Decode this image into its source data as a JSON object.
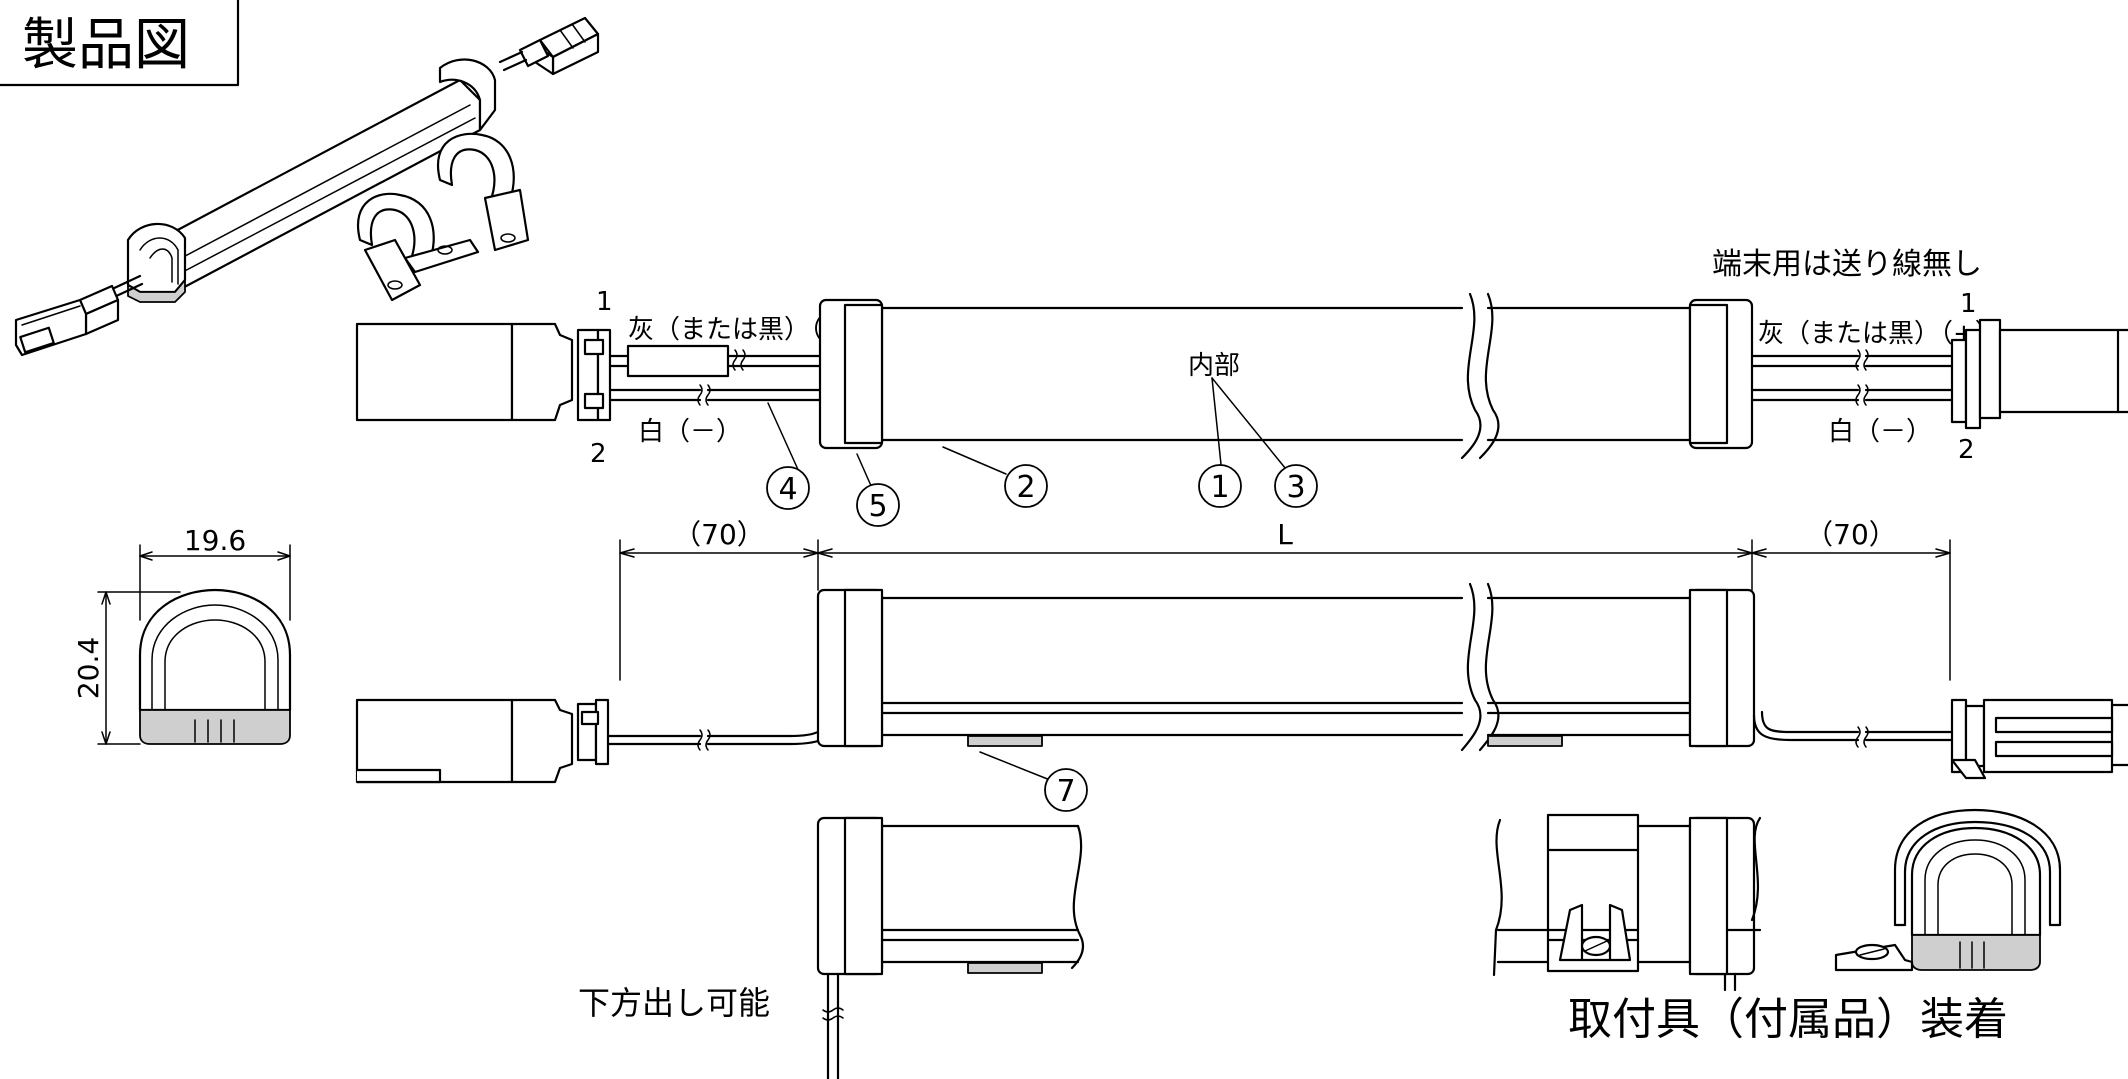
{
  "title": "製品図",
  "labels": {
    "wire_gray_left": "灰（または黒）（+）",
    "wire_white_left": "白（－）",
    "pin1_left": "1",
    "pin2_left": "2",
    "internal": "内部",
    "end_note": "端末用は送り線無し",
    "wire_gray_right": "灰（または黒）（+）",
    "wire_white_right": "白（－）",
    "pin1_right": "1",
    "pin2_right": "2",
    "bottom_outlet": "下方出し可能",
    "bracket_note": "取付具（付属品）装着"
  },
  "dimensions": {
    "width": "19.6",
    "height": "20.4",
    "lead_left": "（70）",
    "length": "L",
    "lead_right": "（70）"
  },
  "callouts": [
    {
      "id": "callout-1",
      "label": "1"
    },
    {
      "id": "callout-2",
      "label": "2"
    },
    {
      "id": "callout-3",
      "label": "3"
    },
    {
      "id": "callout-4",
      "label": "4"
    },
    {
      "id": "callout-5",
      "label": "5"
    },
    {
      "id": "callout-7",
      "label": "7"
    }
  ],
  "colors": {
    "line": "#000000",
    "fill_gray": "#cfcfcf",
    "background": "#ffffff"
  }
}
